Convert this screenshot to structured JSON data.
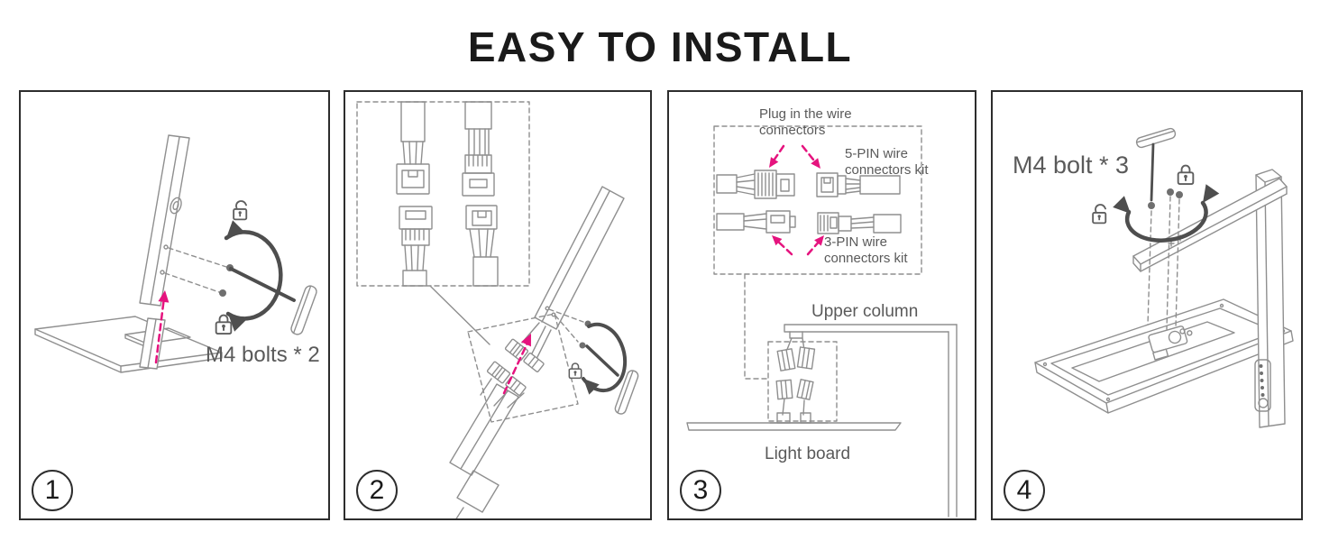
{
  "title": "EASY TO INSTALL",
  "colors": {
    "accent_pink": "#e5137e",
    "line_gray": "#8f8f8f",
    "dark_gray": "#4e4e4e",
    "label_text": "#5a5a5a",
    "panel_border": "#2d2d2d"
  },
  "icons": {
    "lock": "locked-padlock-icon",
    "unlock": "unlocked-padlock-icon",
    "rotate": "rotation-arrow-icon",
    "allen_key": "allen-key-icon",
    "insert": "insert-direction-arrow-icon"
  },
  "steps": [
    {
      "number": "1",
      "bolt_label": "M4 bolts * 2"
    },
    {
      "number": "2"
    },
    {
      "number": "3",
      "plug_label": "Plug in the wire connectors",
      "five_pin_label": "5-PIN wire connectors kit",
      "three_pin_label": "3-PIN wire connectors kit",
      "upper_column_label": "Upper column",
      "light_board_label": "Light board"
    },
    {
      "number": "4",
      "bolt_label": "M4 bolt * 3"
    }
  ]
}
